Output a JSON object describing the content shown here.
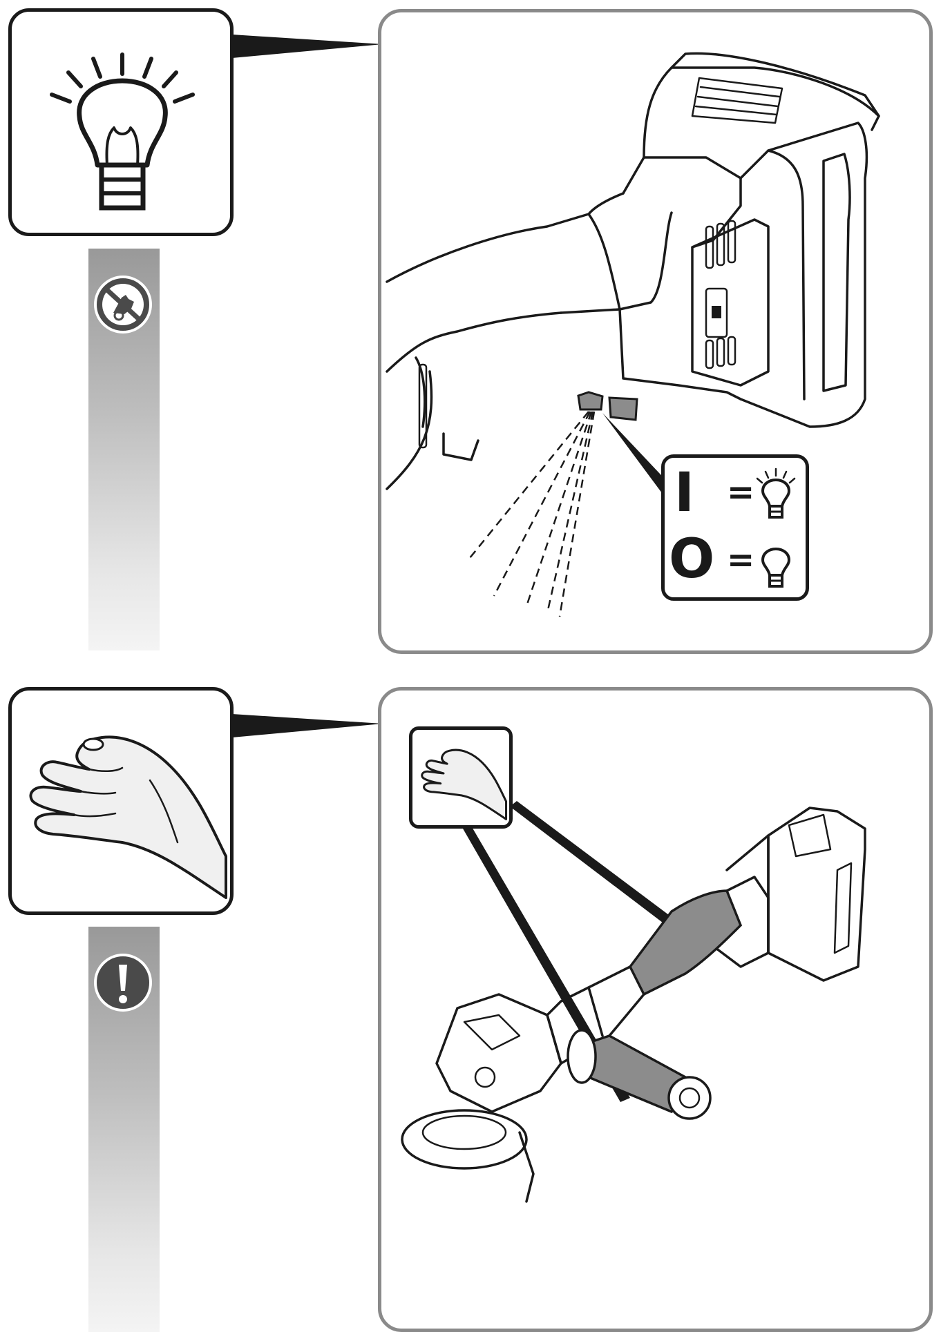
{
  "sections": [
    {
      "icon": "light-bulb-icon",
      "hazard": "no-touch-icon",
      "illustration": "grinder-battery-light-switch",
      "legend": {
        "on_symbol": "I",
        "off_symbol": "O",
        "equals": "=",
        "on_icon": "light-bulb-on-icon",
        "off_icon": "light-bulb-off-icon"
      }
    },
    {
      "icon": "hand-icon",
      "hazard": "warning-exclamation-icon",
      "illustration": "angle-grinder-grip-areas"
    }
  ],
  "colors": {
    "frame_border": "#8a8a8a",
    "icon_border": "#1a1a1a",
    "bar_top": "#999999",
    "bar_bottom": "#f4f4f4",
    "grip_shade": "#8c8c8c"
  }
}
